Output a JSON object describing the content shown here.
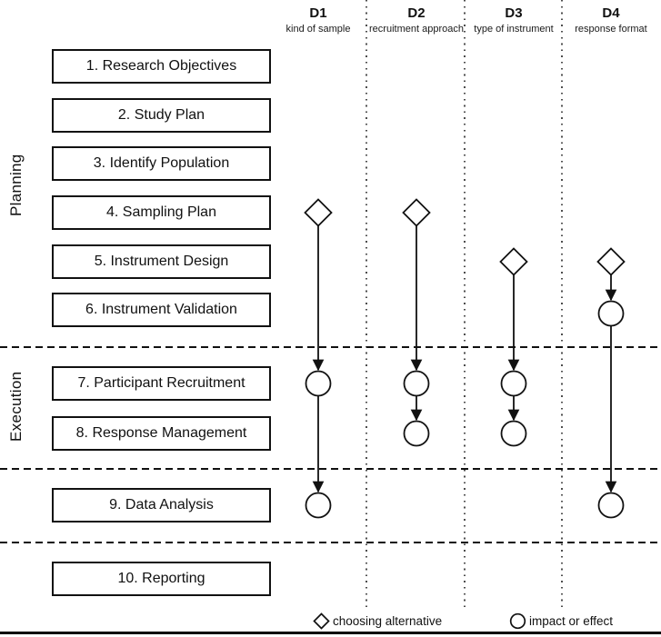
{
  "colors": {
    "ink": "#111111",
    "background": "#ffffff",
    "dotted_separator": "#4d4d4d"
  },
  "phases": [
    {
      "label": "Planning"
    },
    {
      "label": "Execution"
    }
  ],
  "steps": [
    {
      "label": "1. Research Objectives"
    },
    {
      "label": "2. Study Plan"
    },
    {
      "label": "3. Identify Population"
    },
    {
      "label": "4. Sampling Plan"
    },
    {
      "label": "5. Instrument Design"
    },
    {
      "label": "6. Instrument Validation"
    },
    {
      "label": "7. Participant Recruitment"
    },
    {
      "label": "8. Response Management"
    },
    {
      "label": "9. Data Analysis"
    },
    {
      "label": "10. Reporting"
    }
  ],
  "decisions": [
    {
      "id": "D1",
      "subtitle": "kind of sample",
      "nodes": [
        {
          "shape": "diamond",
          "step": 4
        },
        {
          "shape": "circle",
          "step": 7
        },
        {
          "shape": "circle",
          "step": 9
        }
      ]
    },
    {
      "id": "D2",
      "subtitle": "recruitment approach",
      "nodes": [
        {
          "shape": "diamond",
          "step": 4
        },
        {
          "shape": "circle",
          "step": 7
        },
        {
          "shape": "circle",
          "step": 8
        }
      ]
    },
    {
      "id": "D3",
      "subtitle": "type of instrument",
      "nodes": [
        {
          "shape": "diamond",
          "step": 5
        },
        {
          "shape": "circle",
          "step": 7
        },
        {
          "shape": "circle",
          "step": 8
        }
      ]
    },
    {
      "id": "D4",
      "subtitle": "response format",
      "nodes": [
        {
          "shape": "diamond",
          "step": 5
        },
        {
          "shape": "circle",
          "step": 6
        },
        {
          "shape": "circle",
          "step": 9
        }
      ]
    }
  ],
  "legend": [
    {
      "shape": "diamond",
      "label": "choosing alternative"
    },
    {
      "shape": "circle",
      "label": "impact or effect"
    }
  ]
}
